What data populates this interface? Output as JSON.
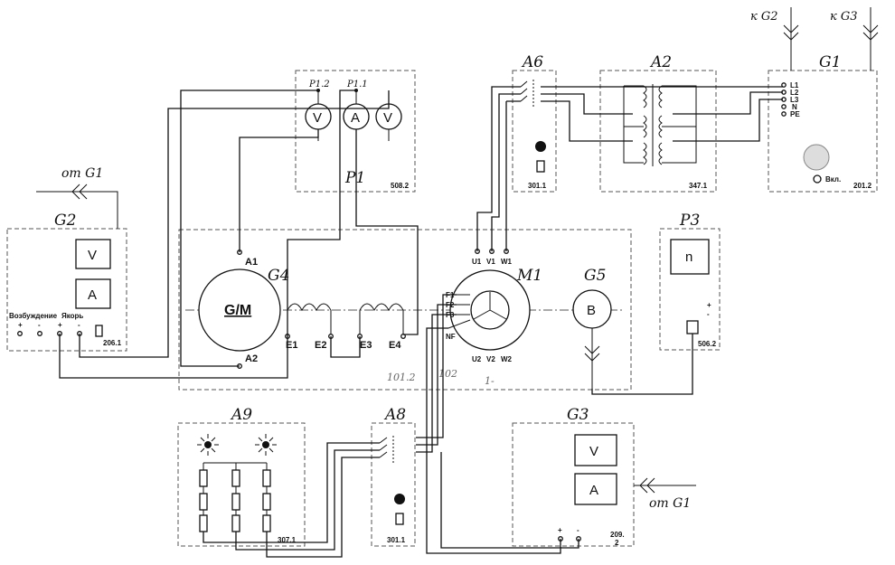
{
  "modules": {
    "g1": {
      "title": "G1",
      "code": "201.2",
      "terminals": [
        "L1",
        "L2",
        "L3",
        "N",
        "PE"
      ],
      "button_label": "Вкл."
    },
    "g2": {
      "title": "G2",
      "code": "206.1",
      "meter_v": "V",
      "meter_a": "A",
      "excitation_label": "Возбуждение",
      "armature_label": "Якорь",
      "term_plus": "+",
      "term_minus": "-"
    },
    "g3": {
      "title": "G3",
      "code": "209.",
      "code_suffix": "2",
      "meter_v": "V",
      "meter_a": "A",
      "term_plus": "+",
      "term_minus": "-"
    },
    "g4": {
      "title": "G4",
      "machine_label": "G/M",
      "terminals": [
        "A1",
        "A2",
        "E1",
        "E2",
        "E3",
        "E4"
      ]
    },
    "g5": {
      "title": "G5",
      "sensor_label": "B"
    },
    "m1": {
      "title": "M1",
      "top_terminals": [
        "U1",
        "V1",
        "W1"
      ],
      "bottom_terminals": [
        "U2",
        "V2",
        "W2"
      ],
      "side_terminals": [
        "F1",
        "F2",
        "F3",
        "NF"
      ]
    },
    "a2": {
      "title": "A2",
      "code": "347.1"
    },
    "a6": {
      "title": "A6",
      "code": "301.1"
    },
    "a8": {
      "title": "A8",
      "code": "301.1"
    },
    "a9": {
      "title": "A9",
      "code": "307.1"
    },
    "p1": {
      "title": "P1",
      "code": "508.2",
      "meters": [
        "V",
        "A",
        "V"
      ],
      "sub_labels": [
        "P1.2",
        "P1.1"
      ]
    },
    "p3": {
      "title": "P3",
      "code": "506.2",
      "meter_label": "n",
      "plus": "+",
      "minus": "-"
    }
  },
  "external": {
    "to_g2": "к G2",
    "to_g3": "к G3",
    "from_g1_left": "от G1",
    "from_g1_right": "от G1"
  },
  "annotations": {
    "a": "101.2",
    "b": "102",
    "c": "1-"
  }
}
